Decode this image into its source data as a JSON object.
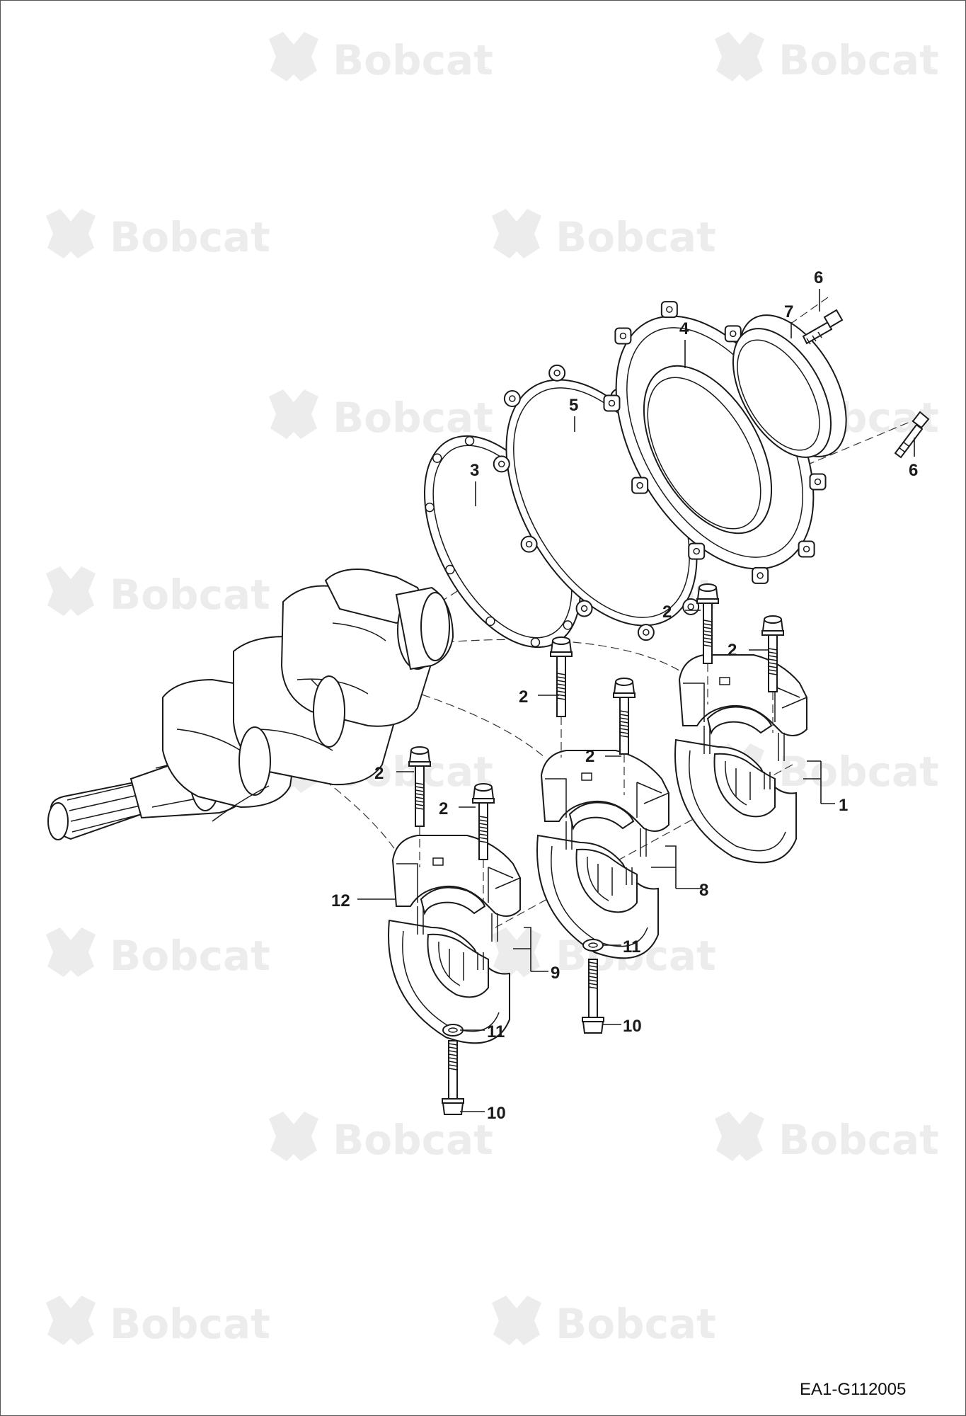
{
  "watermark": {
    "brand": "Bobcat",
    "mark": "®",
    "icon": "bobcat-logo-icon"
  },
  "drawing_code": "EA1-G112005",
  "callouts": [
    "1",
    "2",
    "3",
    "4",
    "5",
    "6",
    "7",
    "8",
    "9",
    "10",
    "11",
    "12"
  ]
}
